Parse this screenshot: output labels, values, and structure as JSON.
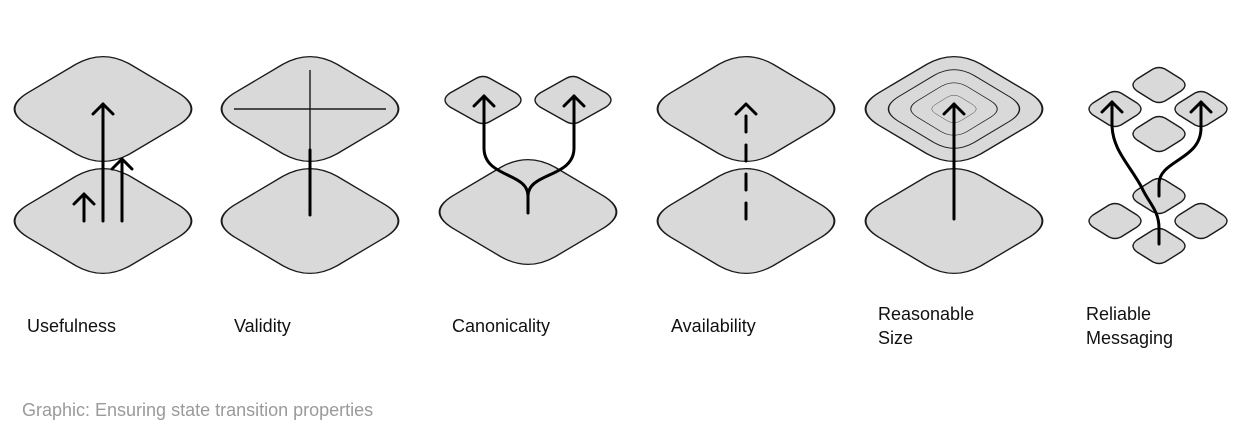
{
  "properties": [
    {
      "label": "Usefulness"
    },
    {
      "label": "Validity"
    },
    {
      "label": "Canonicality"
    },
    {
      "label": "Availability"
    },
    {
      "label": "Reasonable\nSize"
    },
    {
      "label": "Reliable\nMessaging"
    }
  ],
  "caption": "Graphic: Ensuring state transition properties",
  "colors": {
    "tile_fill": "#d9d9d9",
    "outline": "#1a1a1a",
    "arrow": "#000000",
    "caption_text": "#9a9a9a"
  }
}
